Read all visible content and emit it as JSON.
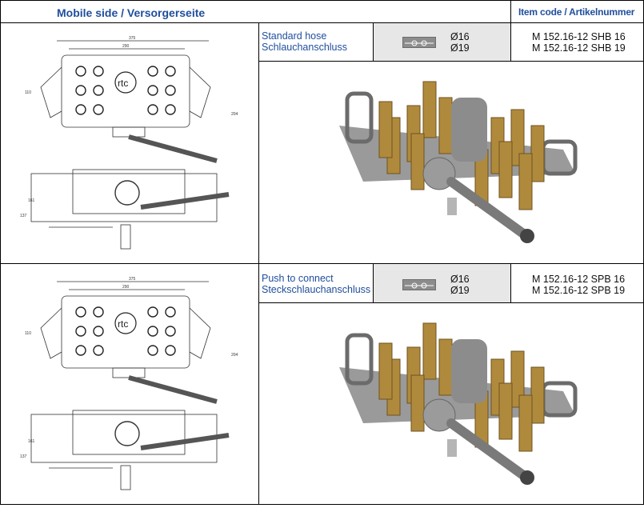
{
  "header": {
    "title": "Mobile side / Versorgerseite",
    "item_code": "Item code / Artikelnummer"
  },
  "rows": [
    {
      "type_en": "Standard hose",
      "type_de": "Schlauchanschluss",
      "sizes": [
        "Ø16",
        "Ø19"
      ],
      "codes": [
        "M 152.16-12 SHB 16",
        "M 152.16-12 SHB 19"
      ]
    },
    {
      "type_en": "Push to connect",
      "type_de": "Steckschlauchanschluss",
      "sizes": [
        "Ø16",
        "Ø19"
      ],
      "codes": [
        "M 152.16-12 SPB 16",
        "M 152.16-12 SPB 19"
      ]
    }
  ],
  "drawing": {
    "logo": "rtc",
    "dims": [
      "375",
      "290",
      "110",
      "204",
      "161",
      "137"
    ]
  }
}
